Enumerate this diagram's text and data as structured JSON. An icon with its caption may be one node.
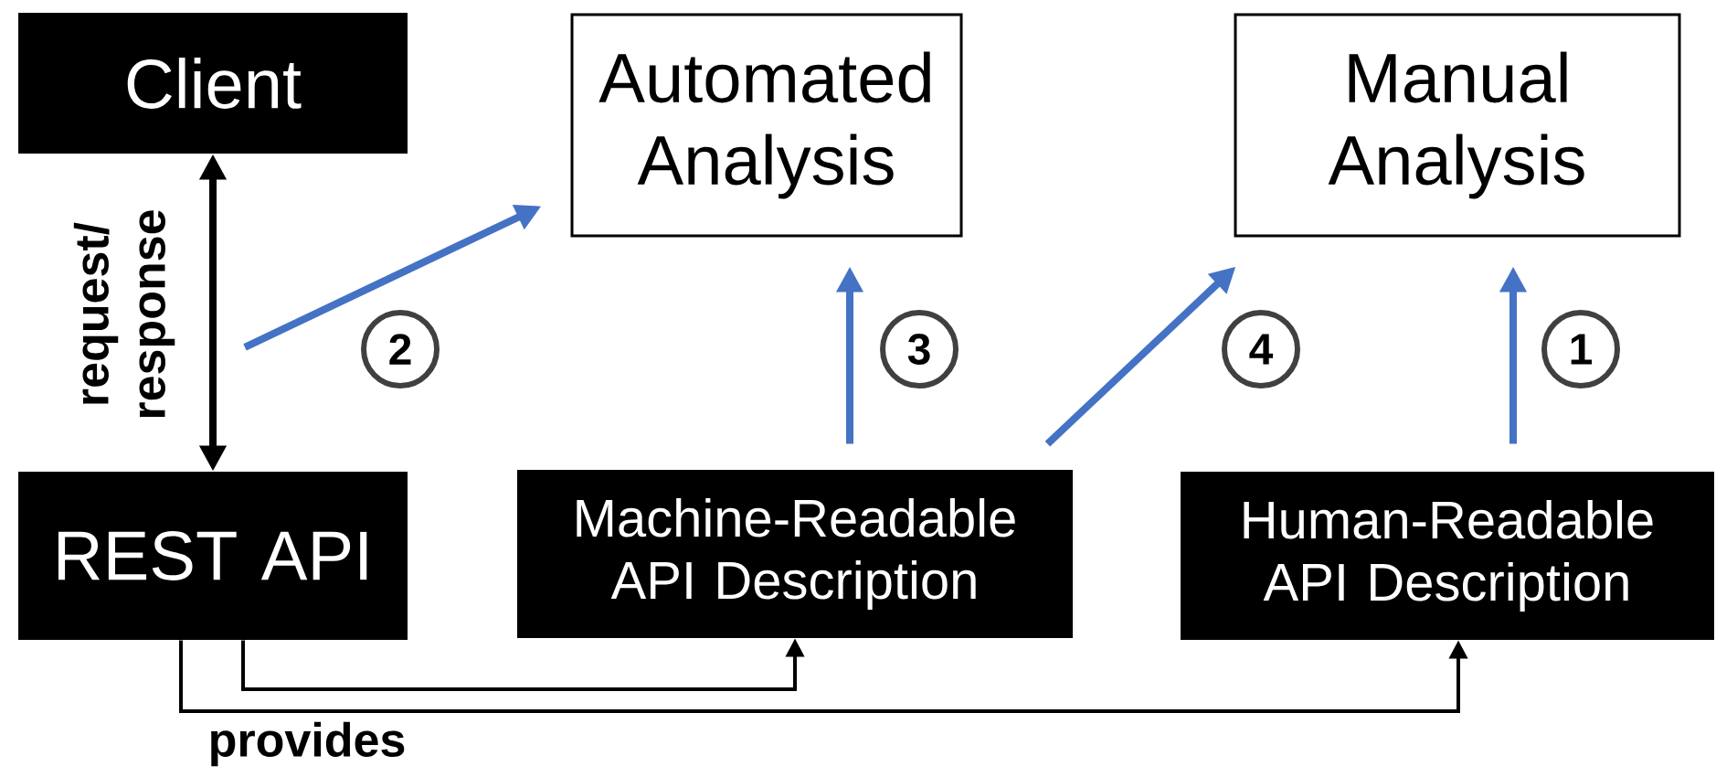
{
  "diagram": {
    "nodes": [
      {
        "text": [
          "Client"
        ]
      },
      {
        "text": [
          "Automated Analysis"
        ]
      },
      {
        "text": [
          "Manual Analysis"
        ]
      },
      {
        "text": [
          "REST API"
        ]
      },
      {
        "text": [
          "Machine-Readable API Description"
        ]
      },
      {
        "text": [
          "Human-Readable API Description"
        ]
      }
    ],
    "edges": [
      {
        "from": 0,
        "to": 3,
        "arrow": "both",
        "label": "request/ response",
        "color": "#000000"
      },
      {
        "from": 3,
        "to": 4,
        "arrow": "to",
        "color": "#000000"
      },
      {
        "from": 3,
        "to": 5,
        "arrow": "to",
        "label": "provides",
        "color": "#000000"
      },
      {
        "from": null,
        "to": 1,
        "arrow": "to",
        "label": "2"
      },
      {
        "from": 4,
        "to": 1,
        "arrow": "to",
        "label": "3"
      },
      {
        "from": 4,
        "to": 2,
        "arrow": "to",
        "label": "4"
      },
      {
        "from": 5,
        "to": 2,
        "arrow": "to",
        "label": "1"
      }
    ]
  }
}
